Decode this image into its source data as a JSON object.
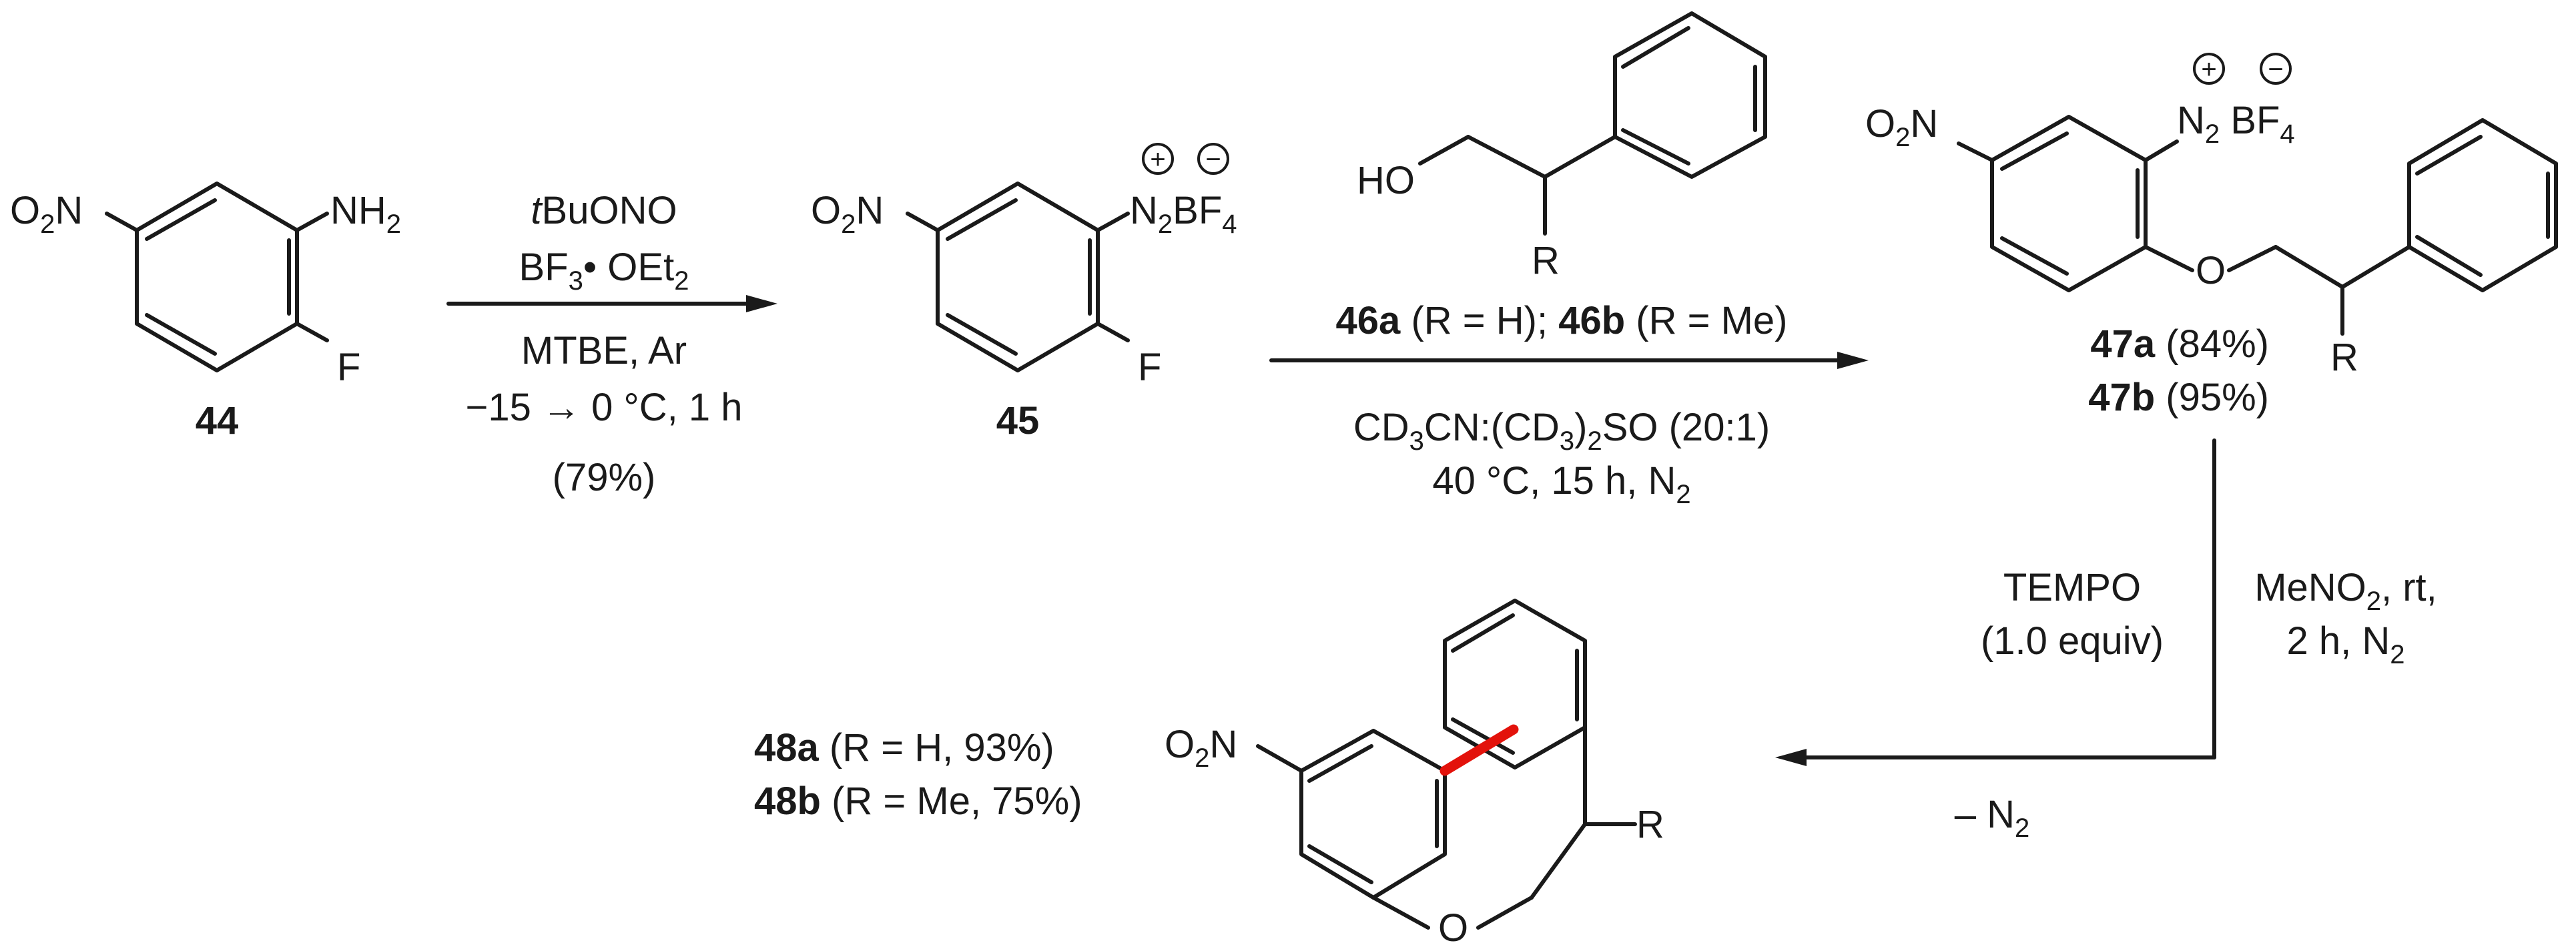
{
  "compounds": {
    "c44": {
      "id": "44"
    },
    "c45": {
      "id": "45"
    },
    "c47": {
      "id_a": "47a",
      "yield_a": "(84%)",
      "id_b": "47b",
      "yield_b": "(95%)"
    },
    "c48": {
      "id_a": "48a",
      "detail_a": "(R = H, 93%)",
      "id_b": "48b",
      "detail_b": "(R = Me, 75%)"
    }
  },
  "atoms": {
    "o2n_O": "O",
    "o2n_2": "2",
    "o2n_N": "N",
    "nh2_N": "NH",
    "nh2_2": "2",
    "F": "F",
    "n2_N": "N",
    "n2_2": "2",
    "bf4_BF": "BF",
    "bf4_4": "4",
    "plus": "+",
    "minus": "−",
    "HO": "HO",
    "R": "R",
    "O": "O"
  },
  "step1": {
    "reagent1_italic": "t",
    "reagent1_rest": "BuONO",
    "reagent2_a": "BF",
    "reagent2_sub": "3",
    "reagent2_b": "• OEt",
    "reagent2_sub2": "2",
    "solvent": "MTBE, Ar",
    "temp": "−15 → 0 °C, 1 h",
    "yield": "(79%)"
  },
  "step2": {
    "reagent_a_id": "46a",
    "reagent_a_r": "(R = H);",
    "reagent_b_id": "46b",
    "reagent_b_r": "(R = Me)",
    "solvent_parts": [
      "CD",
      "3",
      "CN:(CD",
      "3",
      ")",
      "2",
      "SO (20:1)"
    ],
    "cond_a": "40 °C, 15 h, N",
    "cond_sub": "2"
  },
  "step3": {
    "reagent": "TEMPO",
    "equiv": "(1.0 equiv)",
    "solvent_a": "MeNO",
    "solvent_sub": "2",
    "solvent_b": ", rt,",
    "cond_a": "2 h, N",
    "cond_sub": "2",
    "loss_a": "– N",
    "loss_sub": "2"
  },
  "colors": {
    "ink": "#1a1a1a",
    "highlight_bond": "#e3120b"
  }
}
